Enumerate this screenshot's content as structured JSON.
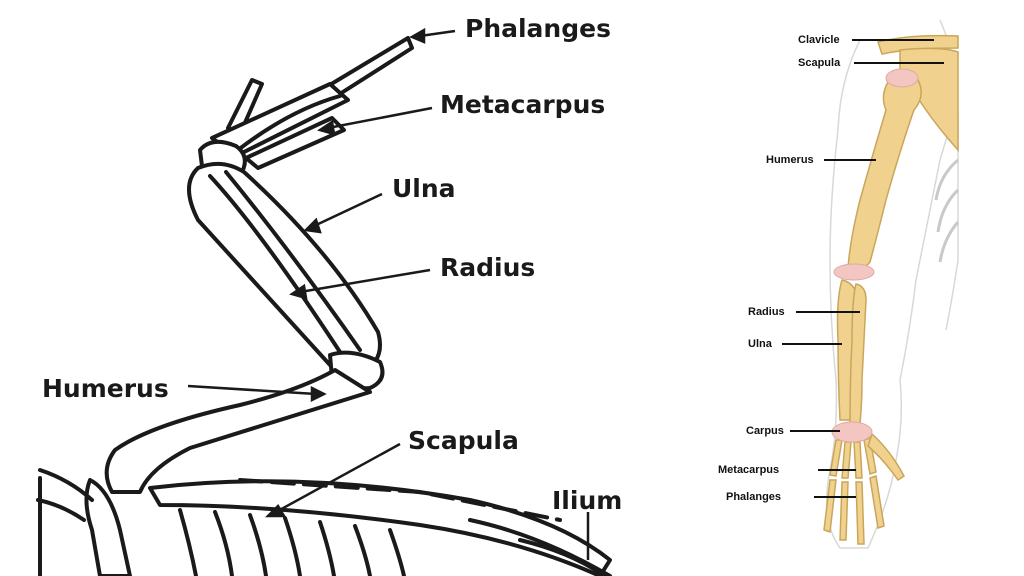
{
  "bird_wing": {
    "labels": {
      "phalanges": "Phalanges",
      "metacarpus": "Metacarpus",
      "ulna": "Ulna",
      "radius": "Radius",
      "humerus": "Humerus",
      "scapula": "Scapula",
      "ilium": "Ilium"
    }
  },
  "human_arm": {
    "labels": {
      "clavicle": "Clavicle",
      "scapula": "Scapula",
      "humerus": "Humerus",
      "radius": "Radius",
      "ulna": "Ulna",
      "carpus": "Carpus",
      "metacarpus": "Metacarpus",
      "phalanges": "Phalanges"
    }
  },
  "colors": {
    "bone_fill": "#f0d18e",
    "bone_stroke": "#c9a65a",
    "joint_pink": "#f4c6c2",
    "outline": "#1a1a1a",
    "skin_outline": "#d8d8d8"
  }
}
